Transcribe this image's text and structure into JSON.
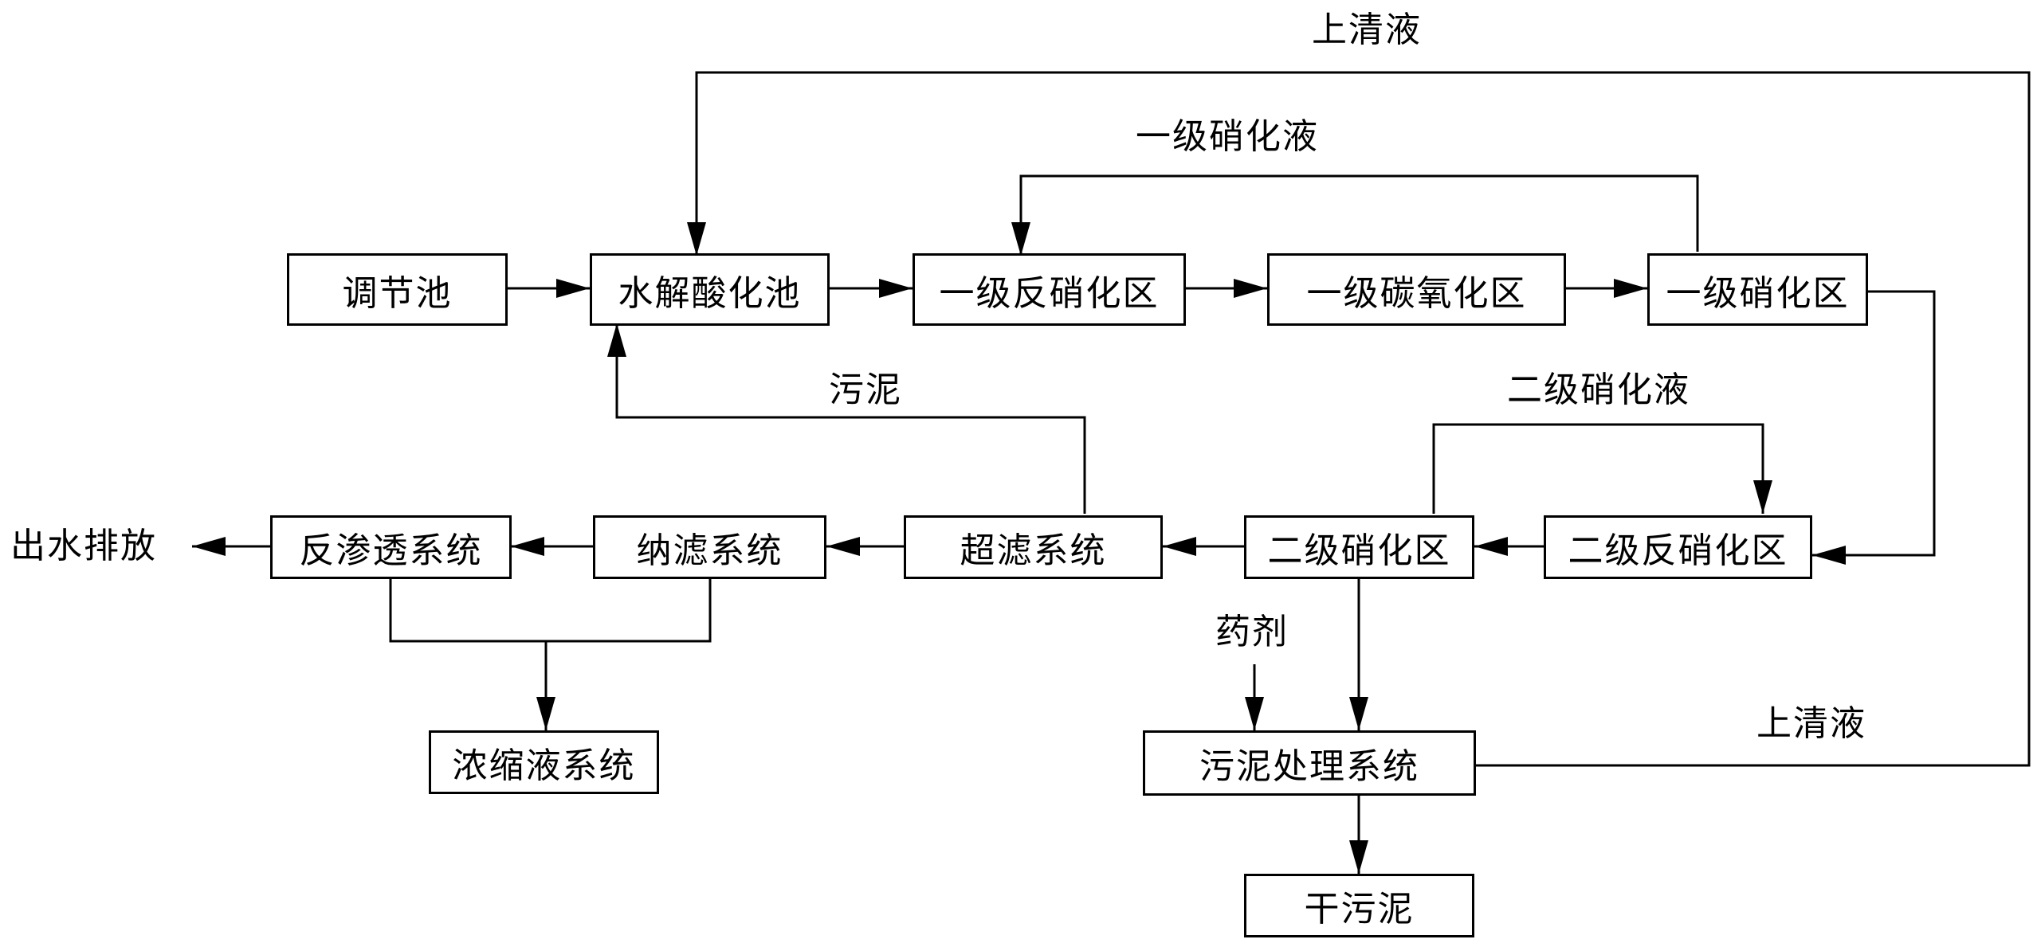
{
  "boxes": {
    "tiaojiechi": "调节池",
    "shuijie": "水解酸化池",
    "yiji_fanxiaohua": "一级反硝化区",
    "yiji_tanyanghua": "一级碳氧化区",
    "yiji_xiaohua": "一级硝化区",
    "erji_fanxiaohua": "二级反硝化区",
    "erji_xiaohua": "二级硝化区",
    "chaolv": "超滤系统",
    "nalv": "纳滤系统",
    "fanshentou": "反渗透系统",
    "nongsuoye": "浓缩液系统",
    "wuni_chuli": "污泥处理系统",
    "gan_wuni": "干污泥"
  },
  "labels": {
    "shangqingye_top": "上清液",
    "yiji_xiaohuaye": "一级硝化液",
    "erji_xiaohuaye": "二级硝化液",
    "wuni": "污泥",
    "chushui_paifang": "出水排放",
    "yaoji": "药剂",
    "shangqingye_right": "上清液"
  }
}
